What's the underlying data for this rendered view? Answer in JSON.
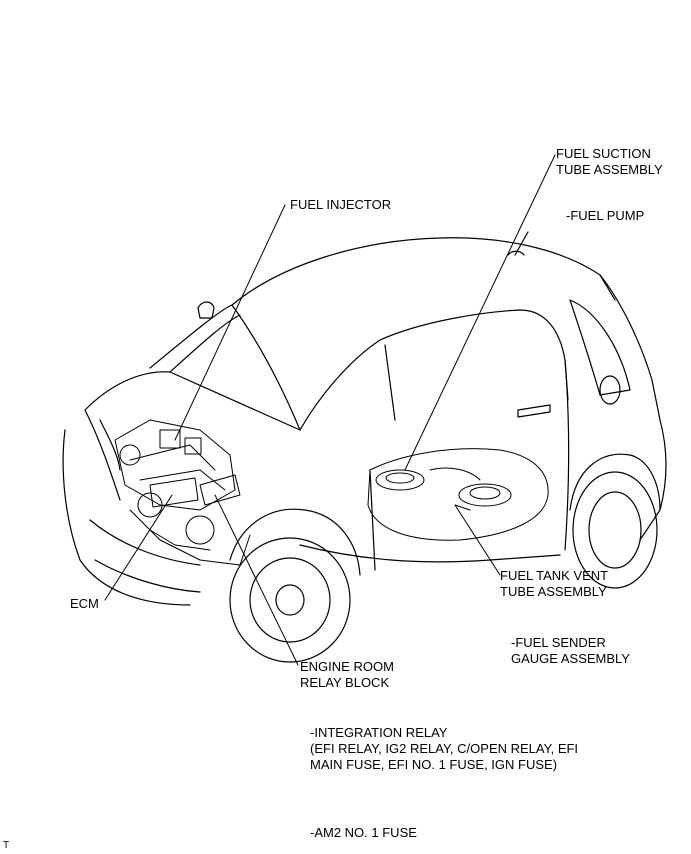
{
  "labels": {
    "fuel_suction_1": "FUEL SUCTION",
    "fuel_suction_2": "TUBE ASSEMBLY",
    "fuel_pump": "-FUEL PUMP",
    "fuel_injector": "FUEL INJECTOR",
    "ecm": "ECM",
    "fuel_tank_vent_1": "FUEL TANK VENT",
    "fuel_tank_vent_2": "TUBE ASSEMBLY",
    "fuel_sender_1": "-FUEL SENDER",
    "fuel_sender_2": "GAUGE ASSEMBLY",
    "engine_room_1": "ENGINE ROOM",
    "engine_room_2": "RELAY BLOCK",
    "integration_1": "-INTEGRATION RELAY",
    "integration_2": "(EFI RELAY, IG2 RELAY, C/OPEN RELAY, EFI",
    "integration_3": "MAIN FUSE, EFI NO. 1 FUSE, IGN FUSE)",
    "am2": "-AM2 NO. 1 FUSE",
    "corner_mark": "T"
  }
}
